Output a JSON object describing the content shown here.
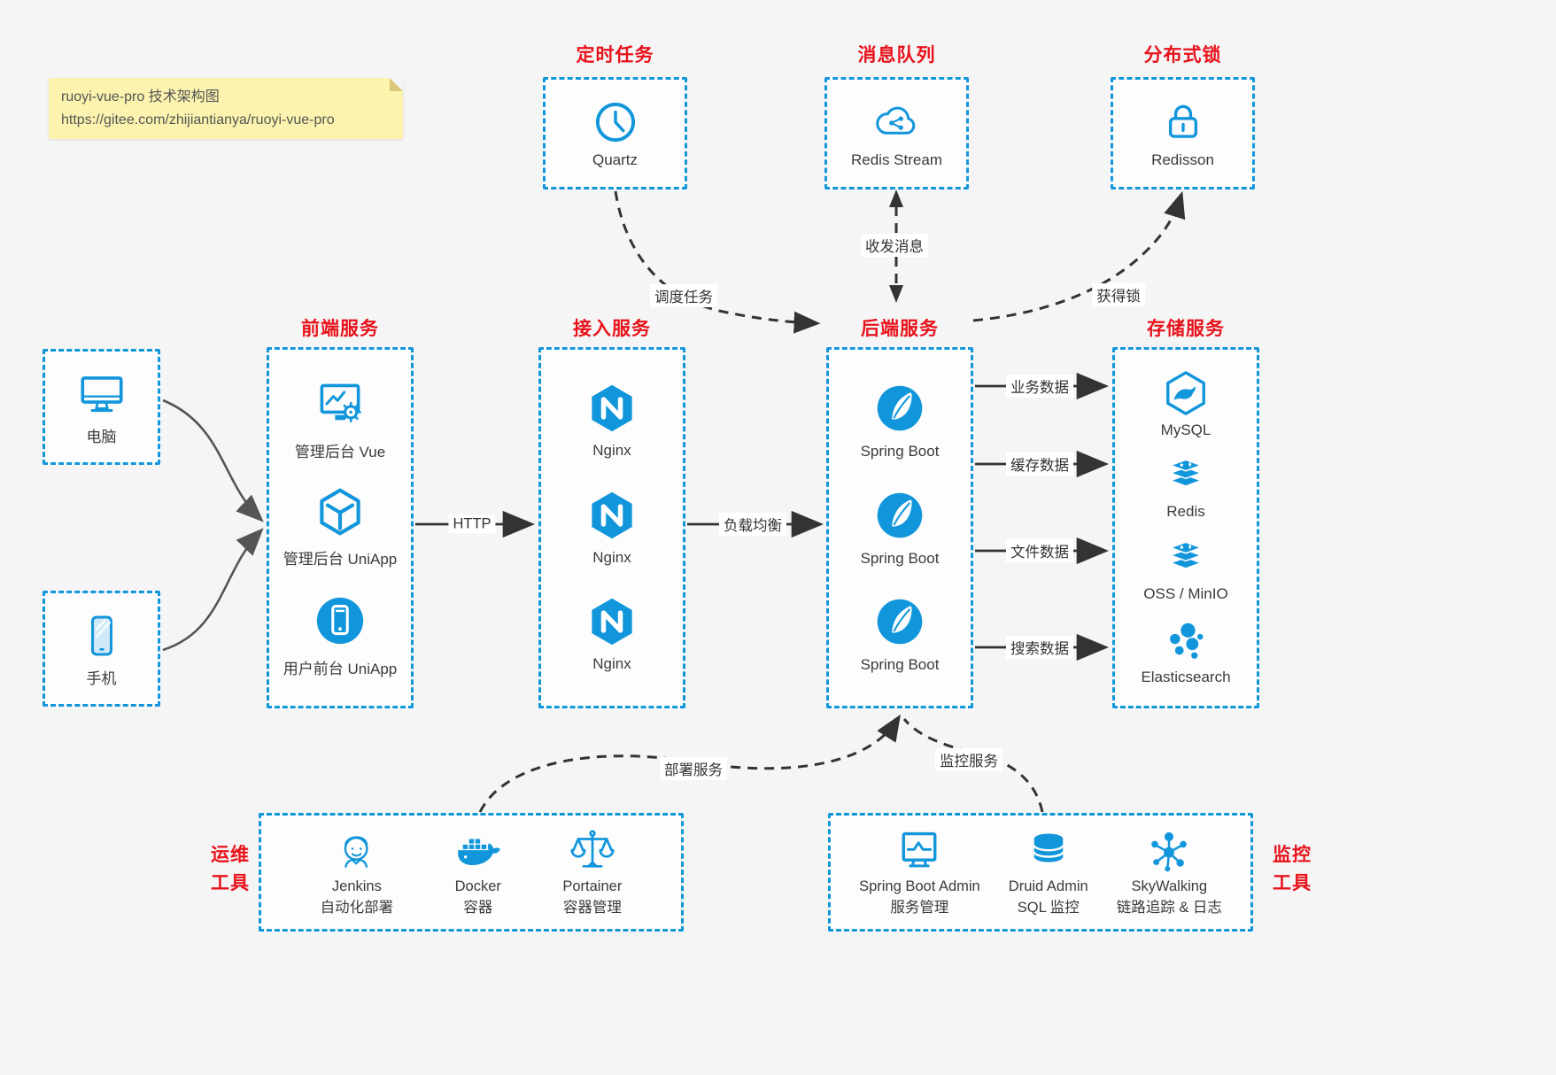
{
  "note": {
    "line1": "ruoyi-vue-pro 技术架构图",
    "line2": "https://gitee.com/zhijiantianya/ruoyi-vue-pro"
  },
  "top_groups": [
    {
      "title": "定时任务",
      "label": "Quartz"
    },
    {
      "title": "消息队列",
      "label": "Redis Stream"
    },
    {
      "title": "分布式锁",
      "label": "Redisson"
    }
  ],
  "clients": [
    {
      "label": "电脑"
    },
    {
      "label": "手机"
    }
  ],
  "columns": [
    {
      "title": "前端服务",
      "items": [
        {
          "label": "管理后台 Vue"
        },
        {
          "label": "管理后台 UniApp"
        },
        {
          "label": "用户前台 UniApp"
        }
      ]
    },
    {
      "title": "接入服务",
      "items": [
        {
          "label": "Nginx"
        },
        {
          "label": "Nginx"
        },
        {
          "label": "Nginx"
        }
      ]
    },
    {
      "title": "后端服务",
      "items": [
        {
          "label": "Spring Boot"
        },
        {
          "label": "Spring Boot"
        },
        {
          "label": "Spring Boot"
        }
      ]
    },
    {
      "title": "存储服务",
      "items": [
        {
          "label": "MySQL"
        },
        {
          "label": "Redis"
        },
        {
          "label": "OSS / MinIO"
        },
        {
          "label": "Elasticsearch"
        }
      ]
    }
  ],
  "bottom_groups": [
    {
      "side_label_1": "运维",
      "side_label_2": "工具",
      "items": [
        {
          "name": "Jenkins",
          "desc": "自动化部署"
        },
        {
          "name": "Docker",
          "desc": "容器"
        },
        {
          "name": "Portainer",
          "desc": "容器管理"
        }
      ]
    },
    {
      "side_label_1": "监控",
      "side_label_2": "工具",
      "items": [
        {
          "name": "Spring Boot Admin",
          "desc": "服务管理"
        },
        {
          "name": "Druid Admin",
          "desc": "SQL 监控"
        },
        {
          "name": "SkyWalking",
          "desc": "链路追踪 & 日志"
        }
      ]
    }
  ],
  "edge_labels": {
    "http": "HTTP",
    "load_balance": "负载均衡",
    "schedule": "调度任务",
    "messages": "收发消息",
    "lock": "获得锁",
    "business": "业务数据",
    "cache": "缓存数据",
    "file": "文件数据",
    "search": "搜索数据",
    "deploy": "部署服务",
    "monitor": "监控服务"
  },
  "colors": {
    "accent": "#1296db",
    "title": "#e8121b"
  }
}
